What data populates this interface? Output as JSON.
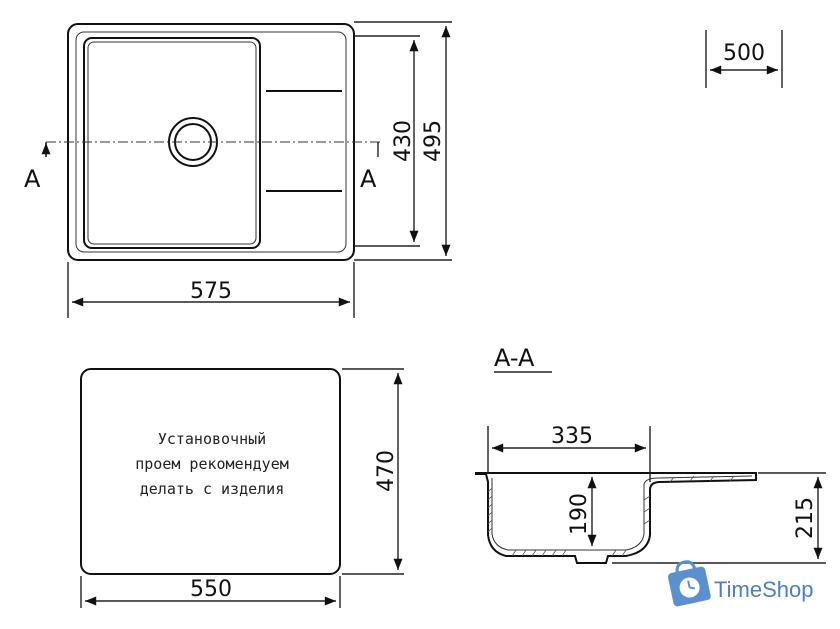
{
  "dimensions": {
    "top_width": "575",
    "depth_inner": "430",
    "depth_outer": "495",
    "cabinet": "500",
    "cutout_width": "550",
    "cutout_height": "470",
    "bowl_width": "335",
    "bowl_depth": "190",
    "total_height": "215"
  },
  "section": {
    "marker": "A",
    "title": "A-A"
  },
  "cutout_note": {
    "line1": "Установочный",
    "line2": "проем рекомендуем",
    "line3": "делать с изделия"
  },
  "brand": {
    "name": "TimeShop",
    "color": "#4a7fc0"
  }
}
